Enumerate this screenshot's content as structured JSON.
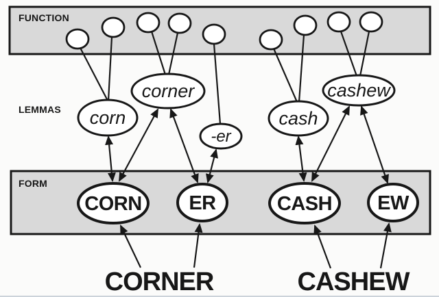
{
  "levels": [
    {
      "id": "function",
      "label": "FUNCTION"
    },
    {
      "id": "lemmas",
      "label": "LEMMAS"
    },
    {
      "id": "form",
      "label": "FORM"
    }
  ],
  "function_circles": 9,
  "lemmas": [
    {
      "id": "corn",
      "label": "corn"
    },
    {
      "id": "corner",
      "label": "corner"
    },
    {
      "id": "er",
      "label": "-er"
    },
    {
      "id": "cash",
      "label": "cash"
    },
    {
      "id": "cashew",
      "label": "cashew"
    }
  ],
  "forms": [
    {
      "id": "corn-form",
      "label": "CORN"
    },
    {
      "id": "er-form",
      "label": "ER"
    },
    {
      "id": "cash-form",
      "label": "CASH"
    },
    {
      "id": "ew-form",
      "label": "EW"
    }
  ],
  "words": [
    {
      "id": "corner-word",
      "label": "CORNER"
    },
    {
      "id": "cashew-word",
      "label": "CASHEW"
    }
  ],
  "edges": {
    "function_links": [
      {
        "from": "circle-1",
        "to": "corn"
      },
      {
        "from": "circle-2",
        "to": "corn"
      },
      {
        "from": "circle-3",
        "to": "corner"
      },
      {
        "from": "circle-4",
        "to": "corner"
      },
      {
        "from": "circle-5",
        "to": "-er"
      },
      {
        "from": "circle-6",
        "to": "cash"
      },
      {
        "from": "circle-7",
        "to": "cash"
      },
      {
        "from": "circle-8",
        "to": "cashew"
      },
      {
        "from": "circle-9",
        "to": "cashew"
      }
    ],
    "bidirectional_links": [
      {
        "a": "corn",
        "b": "CORN"
      },
      {
        "a": "corner",
        "b": "CORN"
      },
      {
        "a": "corner",
        "b": "ER"
      },
      {
        "a": "-er",
        "b": "ER"
      },
      {
        "a": "cash",
        "b": "CASH"
      },
      {
        "a": "cashew",
        "b": "CASH"
      },
      {
        "a": "cashew",
        "b": "EW"
      }
    ],
    "word_links": [
      {
        "from": "CORNER",
        "to": "CORN"
      },
      {
        "from": "CORNER",
        "to": "ER"
      },
      {
        "from": "CASHEW",
        "to": "CASH"
      },
      {
        "from": "CASHEW",
        "to": "EW"
      }
    ]
  },
  "colors": {
    "band_fill": "#d9d9d9",
    "line": "#171717",
    "node_fill": "#ffffff",
    "background": "#fbfbfa"
  }
}
